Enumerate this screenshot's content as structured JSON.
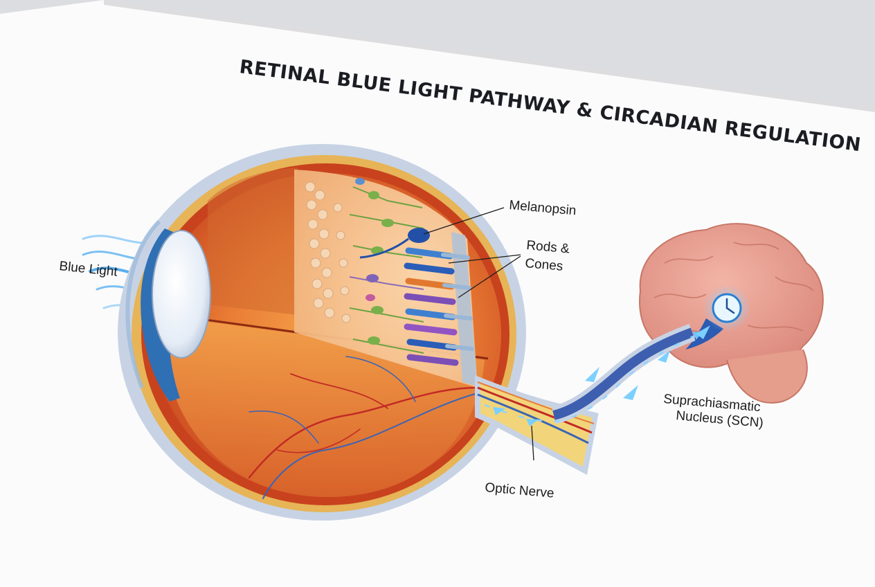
{
  "title": "RETINAL BLUE LIGHT PATHWAY & CIRCADIAN REGULATION",
  "labels": {
    "blue_light": "Blue Light",
    "melanopsin": "Melanopsin",
    "rods_cones_line1": "Rods &",
    "rods_cones_line2": "Cones",
    "scn_line1": "Suprachiasmatic",
    "scn_line2": "Nucleus (SCN)",
    "optic_nerve": "Optic Nerve"
  },
  "colors": {
    "light": "#4aa8ef",
    "eye_wall": "#d9602b",
    "brain": "#e89b8c",
    "sclera": "#b8c7dc"
  }
}
